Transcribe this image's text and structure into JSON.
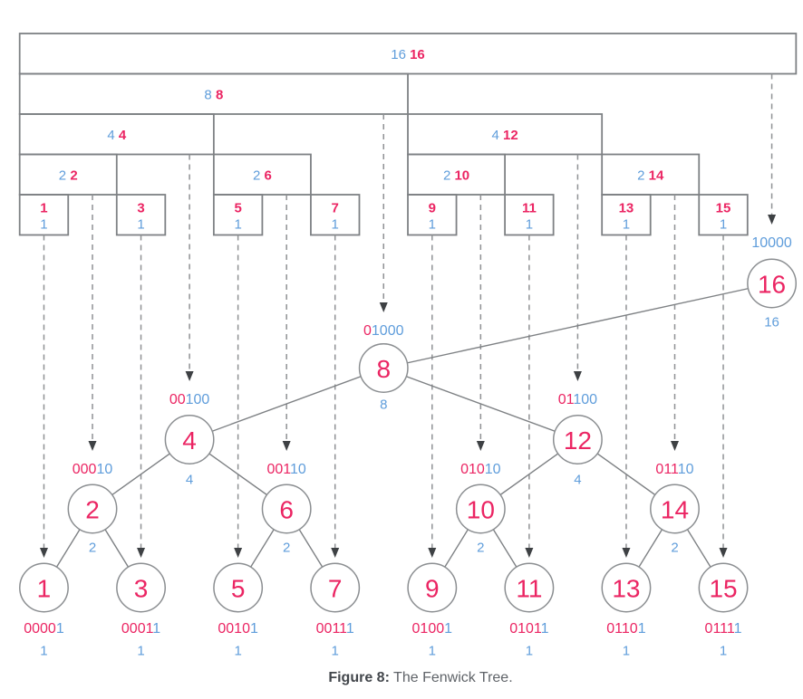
{
  "caption": {
    "bold": "Figure 8:",
    "text": " The Fenwick Tree."
  },
  "colors": {
    "pink": "#EB2563",
    "blue": "#5F9DDB",
    "line": "#7E8184",
    "dash": "#8F9194",
    "arrow": "#3E4144",
    "circle_stroke": "#8B8E91",
    "caption_bold": "#43474C",
    "caption_text": "#5F6368"
  },
  "diagram": {
    "type": "fenwick-tree",
    "columns": 16,
    "range_boxes": [
      {
        "index": 16,
        "span": 16
      },
      {
        "index": 8,
        "span": 8
      },
      {
        "index": 4,
        "span": 4
      },
      {
        "index": 12,
        "span": 4
      },
      {
        "index": 2,
        "span": 2
      },
      {
        "index": 6,
        "span": 2
      },
      {
        "index": 10,
        "span": 2
      },
      {
        "index": 14,
        "span": 2
      },
      {
        "index": 1,
        "span": 1,
        "value": 1
      },
      {
        "index": 3,
        "span": 1,
        "value": 1
      },
      {
        "index": 5,
        "span": 1,
        "value": 1
      },
      {
        "index": 7,
        "span": 1,
        "value": 1
      },
      {
        "index": 9,
        "span": 1,
        "value": 1
      },
      {
        "index": 11,
        "span": 1,
        "value": 1
      },
      {
        "index": 13,
        "span": 1,
        "value": 1
      },
      {
        "index": 15,
        "span": 1,
        "value": 1
      }
    ],
    "nodes": [
      {
        "index": 1,
        "binary_prefix": "0000",
        "binary_suffix": "1",
        "value": 1
      },
      {
        "index": 2,
        "binary_prefix": "000",
        "binary_suffix": "10",
        "value": 2
      },
      {
        "index": 3,
        "binary_prefix": "0001",
        "binary_suffix": "1",
        "value": 1
      },
      {
        "index": 4,
        "binary_prefix": "00",
        "binary_suffix": "100",
        "value": 4
      },
      {
        "index": 5,
        "binary_prefix": "0010",
        "binary_suffix": "1",
        "value": 1
      },
      {
        "index": 6,
        "binary_prefix": "001",
        "binary_suffix": "10",
        "value": 2
      },
      {
        "index": 7,
        "binary_prefix": "0011",
        "binary_suffix": "1",
        "value": 1
      },
      {
        "index": 8,
        "binary_prefix": "0",
        "binary_suffix": "1000",
        "value": 8
      },
      {
        "index": 9,
        "binary_prefix": "0100",
        "binary_suffix": "1",
        "value": 1
      },
      {
        "index": 10,
        "binary_prefix": "010",
        "binary_suffix": "10",
        "value": 2
      },
      {
        "index": 11,
        "binary_prefix": "0101",
        "binary_suffix": "1",
        "value": 1
      },
      {
        "index": 12,
        "binary_prefix": "01",
        "binary_suffix": "100",
        "value": 4
      },
      {
        "index": 13,
        "binary_prefix": "0110",
        "binary_suffix": "1",
        "value": 1
      },
      {
        "index": 14,
        "binary_prefix": "011",
        "binary_suffix": "10",
        "value": 2
      },
      {
        "index": 15,
        "binary_prefix": "0111",
        "binary_suffix": "1",
        "value": 1
      },
      {
        "index": 16,
        "binary_prefix": "",
        "binary_suffix": "10000",
        "value": 16
      }
    ],
    "edges": [
      [
        16,
        8
      ],
      [
        8,
        4
      ],
      [
        8,
        12
      ],
      [
        4,
        2
      ],
      [
        4,
        6
      ],
      [
        12,
        10
      ],
      [
        12,
        14
      ],
      [
        2,
        1
      ],
      [
        2,
        3
      ],
      [
        6,
        5
      ],
      [
        6,
        7
      ],
      [
        10,
        9
      ],
      [
        10,
        11
      ],
      [
        14,
        13
      ],
      [
        14,
        15
      ]
    ]
  }
}
